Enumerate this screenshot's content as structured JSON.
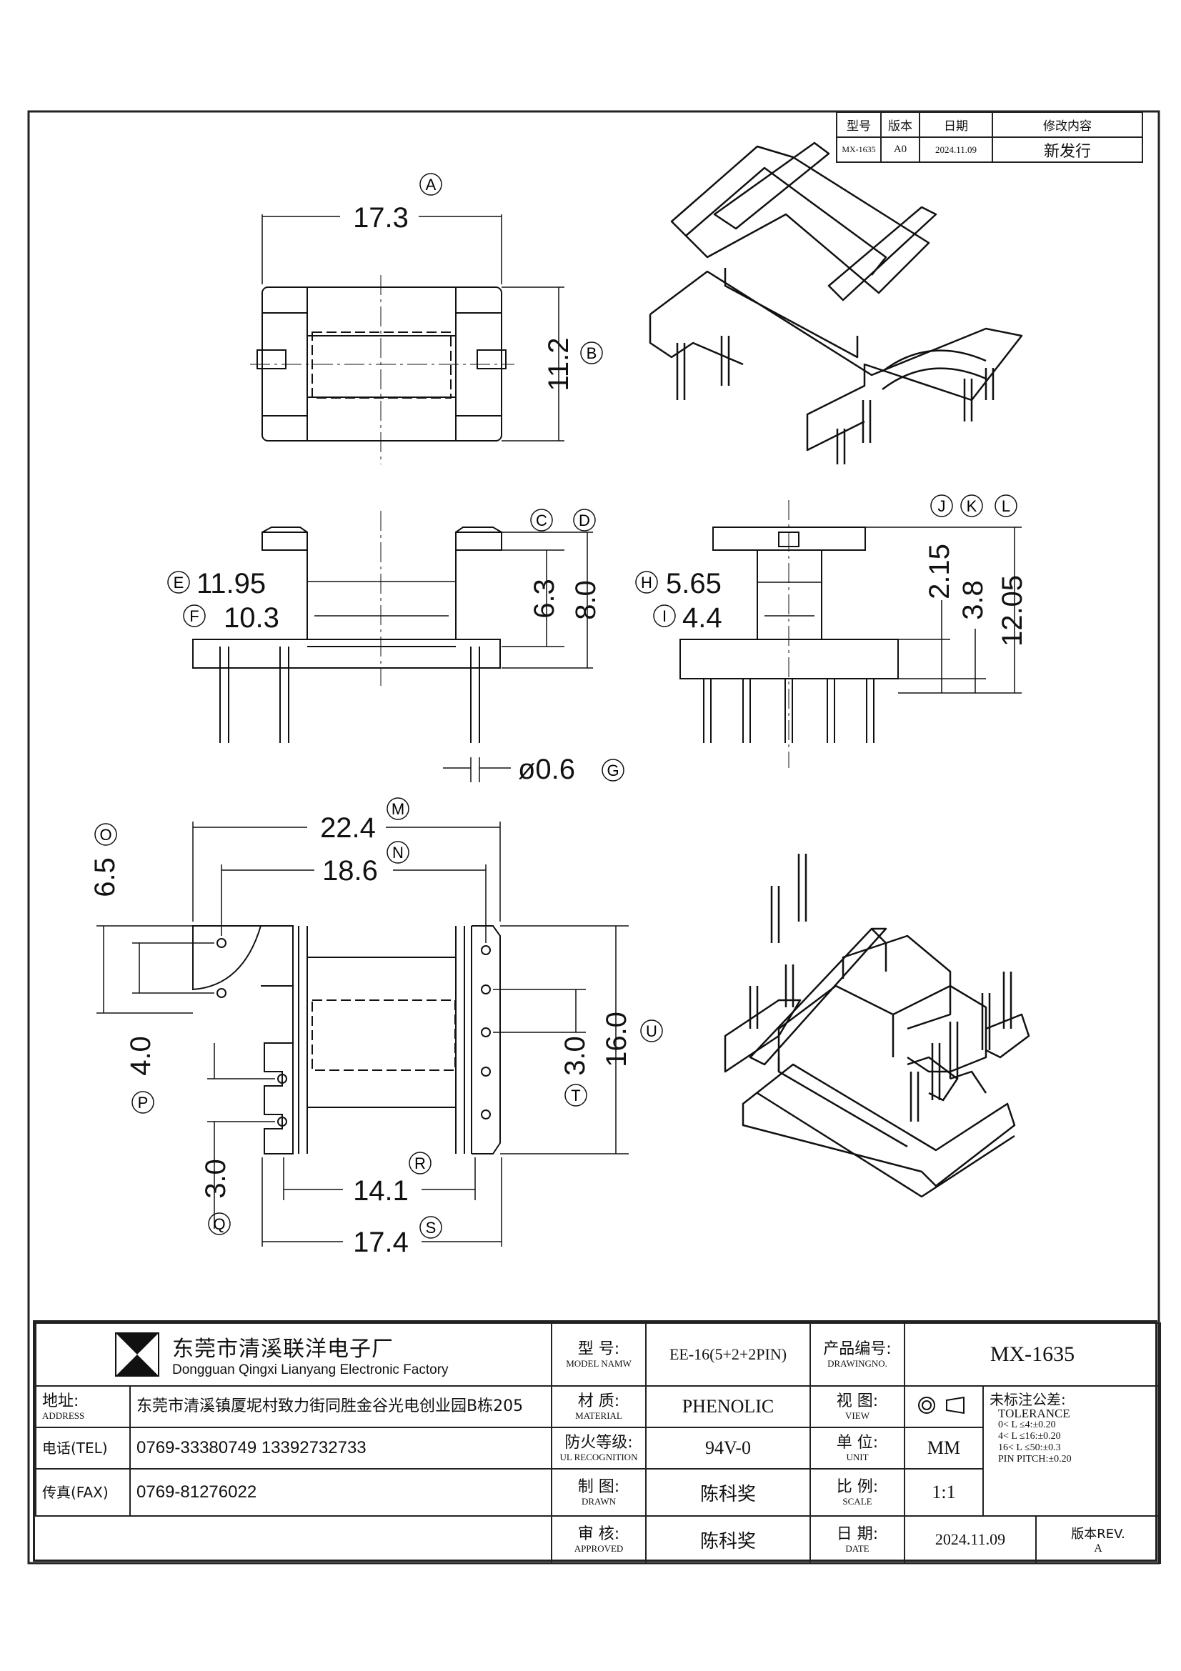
{
  "revision": {
    "headers": [
      "型号",
      "版本",
      "日期",
      "修改内容"
    ],
    "row": [
      "MX-1635",
      "A0",
      "2024.11.09",
      "新发行"
    ]
  },
  "dimensions": {
    "A": "17.3",
    "B": "11.2",
    "C": "6.3",
    "D": "8.0",
    "E": "11.95",
    "F": "10.3",
    "G": "ø0.6",
    "H": "5.65",
    "I": "4.4",
    "J": "2.15",
    "K": "3.8",
    "L": "12.05",
    "M": "22.4",
    "N": "18.6",
    "O": "6.5",
    "P": "4.0",
    "Q": "3.0",
    "R": "14.1",
    "S": "17.4",
    "T": "3.0",
    "U": "16.0"
  },
  "title_block": {
    "company_cn": "东莞市清溪联洋电子厂",
    "company_en": "Dongguan Qingxi Lianyang Electronic Factory",
    "address_label_cn": "地址:",
    "address_label_en": "ADDRESS",
    "address_value": "东莞市清溪镇厦坭村致力街同胜金谷光电创业园B栋205",
    "tel_label": "电话(TEL)",
    "tel_value": "0769-33380749   13392732733",
    "fax_label": "传真(FAX)",
    "fax_value": "0769-81276022",
    "model_label_cn": "型 号:",
    "model_label_en": "MODEL NAMW",
    "model_value": "EE-16(5+2+2PIN)",
    "material_label_cn": "材 质:",
    "material_label_en": "MATERIAL",
    "material_value": "PHENOLIC",
    "ul_label_cn": "防火等级:",
    "ul_label_en": "UL RECOGNITION",
    "ul_value": "94V-0",
    "drawn_label_cn": "制 图:",
    "drawn_label_en": "DRAWN",
    "drawn_value": "陈科奖",
    "approved_label_cn": "审 核:",
    "approved_label_en": "APPROVED",
    "approved_value": "陈科奖",
    "drawingno_label_cn": "产品编号:",
    "drawingno_label_en": "DRAWINGNO.",
    "drawingno_value": "MX-1635",
    "view_label_cn": "视 图:",
    "view_label_en": "VIEW",
    "unit_label_cn": "单 位:",
    "unit_label_en": "UNIT",
    "unit_value": "MM",
    "scale_label_cn": "比 例:",
    "scale_label_en": "SCALE",
    "scale_value": "1:1",
    "date_label_cn": "日 期:",
    "date_label_en": "DATE",
    "date_value": "2024.11.09",
    "tolerance_title_cn": "未标注公差:",
    "tolerance_title_en": "TOLERANCE",
    "tolerance_lines": [
      "0< L ≤4:±0.20",
      "4< L ≤16:±0.20",
      "16< L ≤50:±0.3",
      "PIN PITCH:±0.20"
    ],
    "rev_label": "版本REV.",
    "rev_value": "A"
  }
}
